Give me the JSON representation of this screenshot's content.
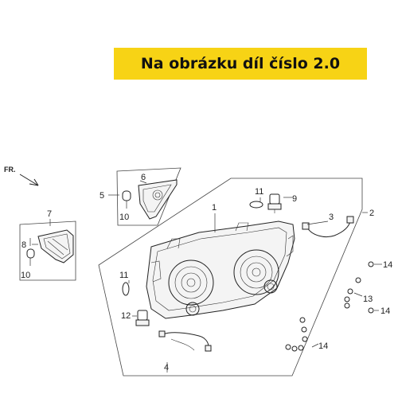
{
  "banner": {
    "text": "Na obrázku díl číslo 2.0",
    "color": "#f7d315"
  },
  "direction_label": "FR.",
  "callouts": {
    "c1": "1",
    "c2": "2",
    "c3": "3",
    "c4": "4",
    "c5": "5",
    "c6": "6",
    "c7": "7",
    "c8": "8",
    "c9": "9",
    "c10a": "10",
    "c10b": "10",
    "c11a": "11",
    "c11b": "11",
    "c12": "12",
    "c13": "13",
    "c14a": "14",
    "c14b": "14",
    "c14c": "14"
  }
}
